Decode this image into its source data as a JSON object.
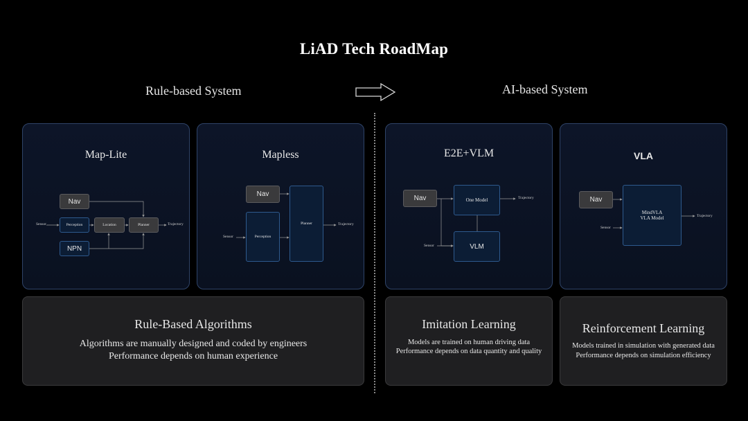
{
  "title": "LiAD Tech RoadMap",
  "sections": {
    "rule_based": "Rule-based System",
    "ai_based": "AI-based System"
  },
  "cards": {
    "map_lite": {
      "title": "Map-Lite",
      "nav": "Nav",
      "sensor": "Sensor",
      "perception": "Perception",
      "location": "Location",
      "planner": "Planner",
      "trajectory": "Trajectory",
      "npn": "NPN"
    },
    "mapless": {
      "title": "Mapless",
      "nav": "Nav",
      "sensor": "Sensor",
      "perception": "Perception",
      "planner": "Planner",
      "trajectory": "Trajectory"
    },
    "e2e_vlm": {
      "title": "E2E+VLM",
      "nav": "Nav",
      "one_model": "One Model",
      "trajectory": "Trajectory",
      "sensor": "Sensor",
      "vlm": "VLM"
    },
    "vla": {
      "title": "VLA",
      "nav": "Nav",
      "sensor": "Sensor",
      "model_line1": "MindVLA",
      "model_line2": "VLA Model",
      "trajectory": "Trajectory"
    }
  },
  "descriptions": {
    "rule": {
      "heading": "Rule-Based Algorithms",
      "line1": "Algorithms are manually designed and coded by engineers",
      "line2": "Performance depends on human experience"
    },
    "imitation": {
      "heading": "Imitation Learning",
      "line1": "Models are trained on human driving data",
      "line2": "Performance depends on data quantity and quality"
    },
    "reinforcement": {
      "heading": "Reinforcement Learning",
      "line1": "Models trained in simulation with generated data",
      "line2": "Performance depends on simulation efficiency"
    }
  },
  "colors": {
    "background": "#000000",
    "card_border": "#2f4469",
    "box_gray": "#3a3a3c",
    "box_blue": "#0c1d35",
    "desc_panel": "#1f1f21"
  },
  "icons": {
    "transition_arrow": "right-arrow-outline-icon"
  }
}
